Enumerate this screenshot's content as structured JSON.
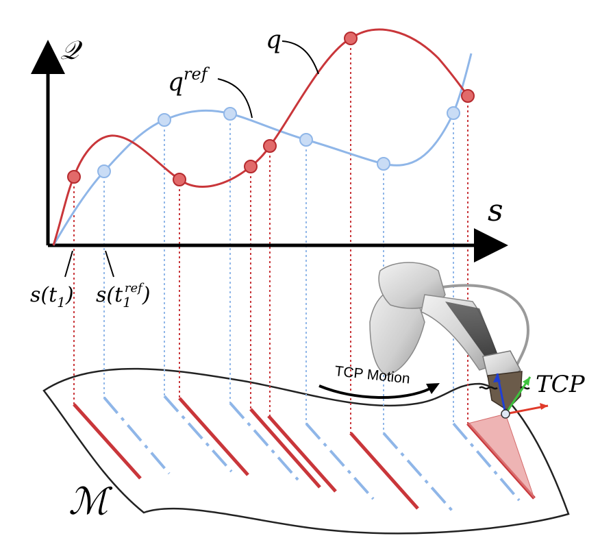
{
  "axes": {
    "y_label": "𝒬",
    "x_label": "s"
  },
  "curves": {
    "actual": {
      "name": "q",
      "color": "#c9363a",
      "marker_fill": "#e26a6a"
    },
    "reference": {
      "name": "q",
      "superscript": "ref",
      "color": "#8fb6e8",
      "marker_fill": "#c9dcf5"
    }
  },
  "ticks": {
    "s_t1": {
      "prefix": "s(t",
      "sub": "1",
      "suffix": ")"
    },
    "s_t1_ref": {
      "prefix": "s(t",
      "sub": "1",
      "sup": "ref",
      "suffix": ")"
    }
  },
  "manifold": {
    "label": "ℳ"
  },
  "robot": {
    "motion_label": "TCP Motion",
    "tcp_label": "TCP",
    "frame_colors": {
      "x": "#e03a2a",
      "y": "#3ec23e",
      "z": "#1f3fd6"
    }
  }
}
